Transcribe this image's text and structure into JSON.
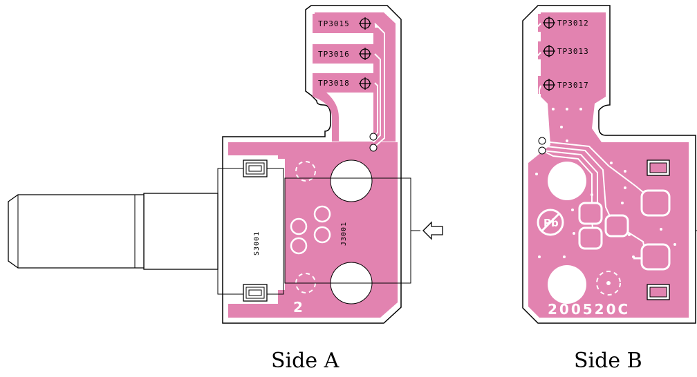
{
  "colors": {
    "pcb_pink": "#e283b0",
    "outline": "#000000",
    "background": "#ffffff"
  },
  "side_a": {
    "caption": "Side A",
    "test_points": [
      "TP3015",
      "TP3016",
      "TP3018"
    ],
    "switch_ref": "S3001",
    "jack_ref": "J3001",
    "board_mark": "2"
  },
  "side_b": {
    "caption": "Side B",
    "test_points": [
      "TP3012",
      "TP3013",
      "TP3017"
    ],
    "pb_mark": "Pb",
    "board_code": "200520C"
  }
}
